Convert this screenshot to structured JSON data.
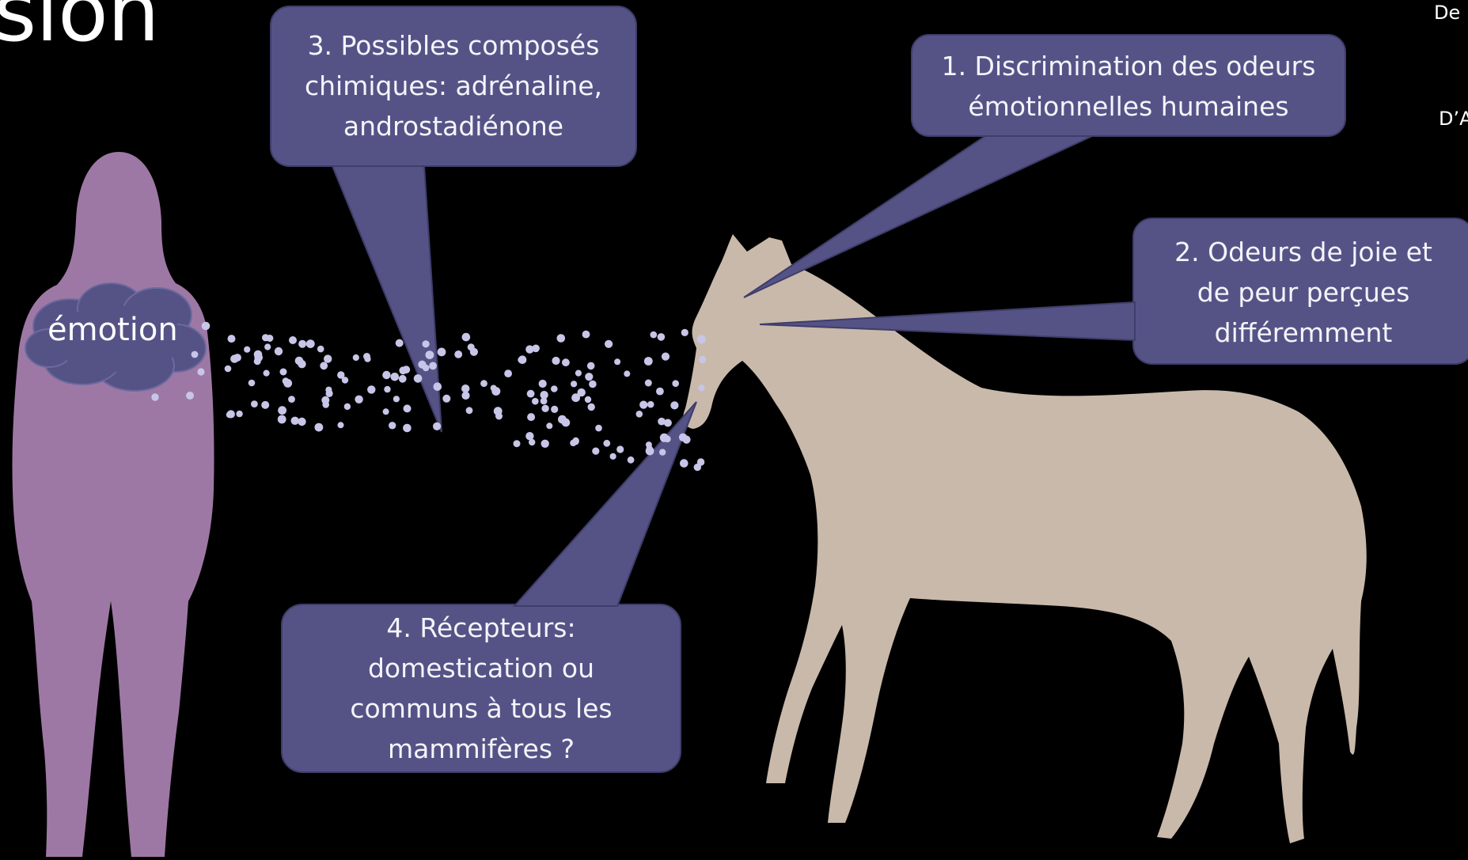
{
  "slide": {
    "title_fragment": "sion",
    "edge_texts": [
      "De",
      "D’A"
    ]
  },
  "emotion_label": "émotion",
  "callouts": [
    {
      "number": "1",
      "text": "1. Discrimination des odeurs émotionnelles humaines",
      "lines": [
        "1. Discrimination des odeurs",
        "émotionnelles humaines"
      ]
    },
    {
      "number": "2",
      "text": "2. Odeurs de joie et de peur perçues différemment",
      "lines": [
        "2. Odeurs de joie et",
        "de peur perçues",
        "différemment"
      ]
    },
    {
      "number": "3",
      "text": "3. Possibles composés chimiques: adrénaline, androstadiénone",
      "lines": [
        "3. Possibles composés",
        "chimiques: adrénaline,",
        "androstadiénone"
      ]
    },
    {
      "number": "4",
      "text": "4. Récepteurs: domestication ou communs à tous les mammifères ?",
      "lines": [
        "4. Récepteurs:",
        "domestication ou",
        "communs à tous les",
        "mammifères ?"
      ]
    }
  ],
  "colors": {
    "background": "#000000",
    "callout_fill": "#555386",
    "callout_stroke": "#3f3d6a",
    "person": "#9e78a4",
    "cloud": "#555386",
    "horse": "#c8b9ab",
    "particles": "#c7c6e8"
  }
}
